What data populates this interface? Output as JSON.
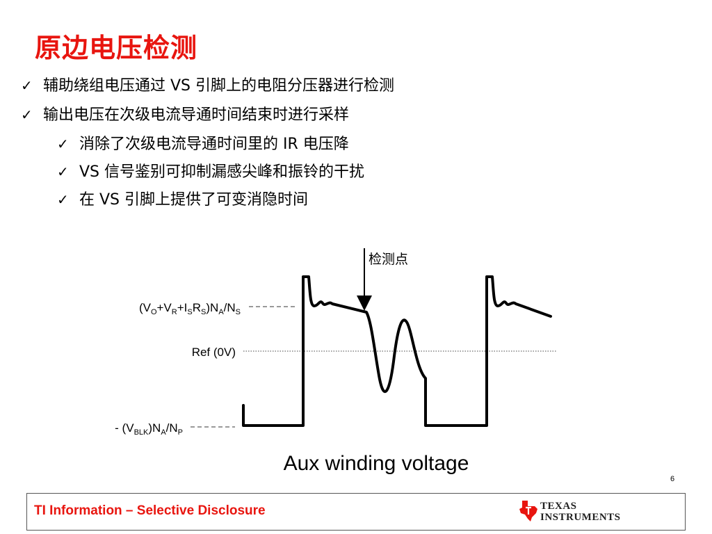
{
  "slide": {
    "title": "原边电压检测",
    "bullets": [
      {
        "text": "辅助绕组电压通过 VS 引脚上的电阻分压器进行检测"
      },
      {
        "text": "输出电压在次级电流导通时间结束时进行采样"
      },
      {
        "text": "消除了次级电流导通时间里的 IR 电压降"
      },
      {
        "text": "VS 信号鉴别可抑制漏感尖峰和振铃的干扰"
      },
      {
        "text": "在 VS 引脚上提供了可变消隐时间"
      }
    ],
    "check_glyph": "✓",
    "page_number": "6"
  },
  "diagram": {
    "sample_point_label": "检测点",
    "caption": "Aux winding voltage",
    "level_high": {
      "p1": "(V",
      "s1": "O",
      "p2": "+V",
      "s2": "R",
      "p3": "+I",
      "s3": "S",
      "p4": "R",
      "s4": "S",
      "p5": ")N",
      "s5": "A",
      "p6": "/N",
      "s6": "S"
    },
    "level_ref": "Ref (0V)",
    "level_low": {
      "p1": "- (V",
      "s1": "BLK",
      "p2": ")N",
      "s2": "A",
      "p3": "/N",
      "s3": "P"
    }
  },
  "footer": {
    "text": "TI Information – Selective Disclosure",
    "logo_line1": "TEXAS",
    "logo_line2": "INSTRUMENTS",
    "logo_icon": "texas-state-icon"
  },
  "colors": {
    "accent": "#e8150f",
    "text": "#000000"
  }
}
